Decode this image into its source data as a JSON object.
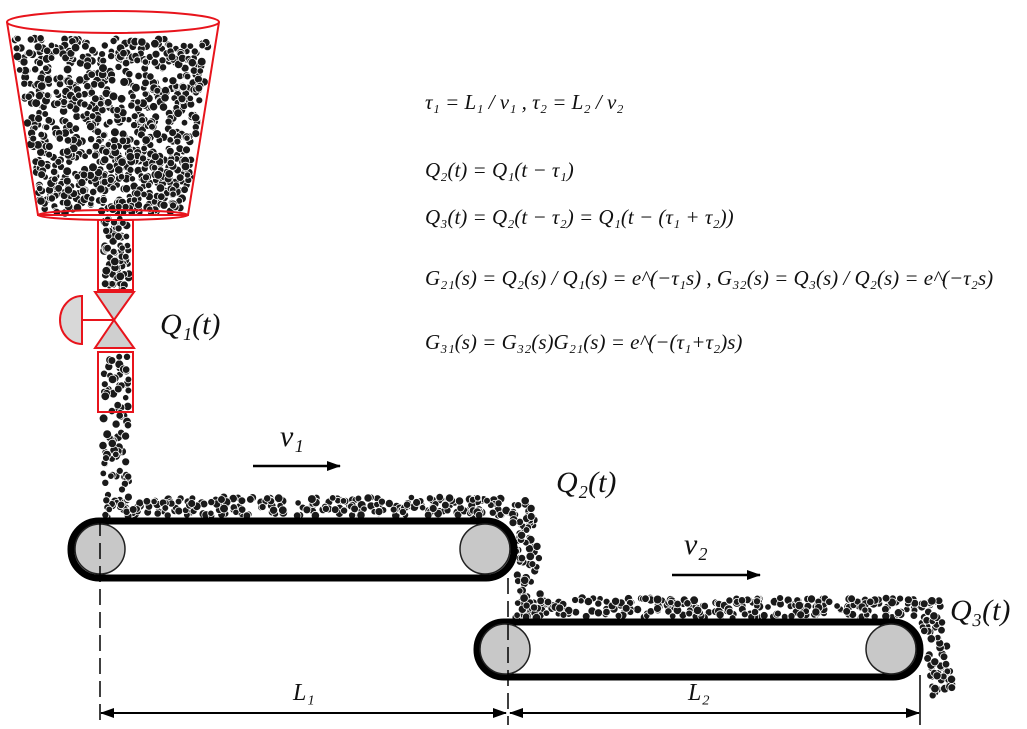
{
  "equations": {
    "eq1": "τ₁ = L₁ / v₁ , τ₂ = L₂ / v₂",
    "eq2": "Q₂(t) = Q₁(t − τ₁)",
    "eq3": "Q₃(t) = Q₂(t − τ₂) = Q₁(t − (τ₁ + τ₂))",
    "eq4": "G₂₁(s) = Q₂(s) / Q₁(s) = e^(−τ₁s) , G₃₂(s) = Q₃(s) / Q₂(s) = e^(−τ₂s)",
    "eq5": "G₃₁(s) = G₃₂(s)G₂₁(s) = e^(−(τ₁+τ₂)s)"
  },
  "labels": {
    "q1": "Q₁(t)",
    "q2": "Q₂(t)",
    "q3": "Q₃(t)",
    "v1": "v₁",
    "v2": "v₂",
    "l1": "L₁",
    "l2": "L₂"
  },
  "colors": {
    "hopper": "#e8141c",
    "belt": "#000000",
    "pulley": "#c8c8c8",
    "particles": "#1a1a1a"
  }
}
